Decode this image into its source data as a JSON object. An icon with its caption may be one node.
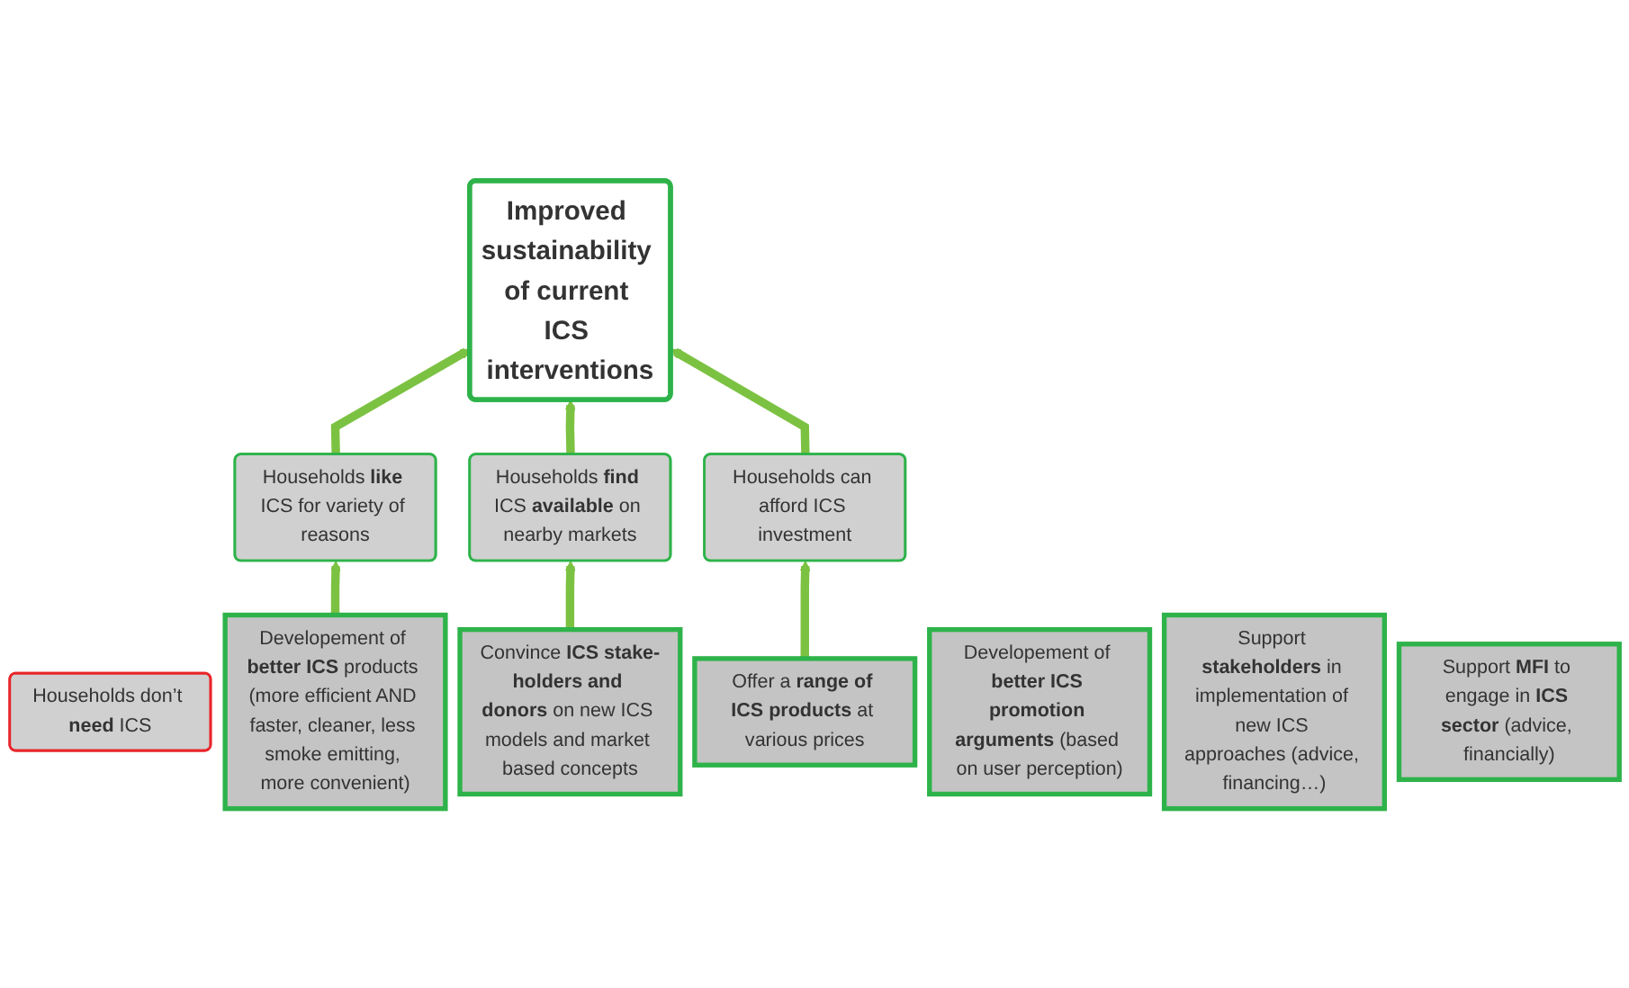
{
  "diagram": {
    "nodes": [
      {
        "text": [
          "Improved sustainability of current ICS interventions"
        ]
      },
      {
        "text": [
          "Households don’t **need** ICS"
        ]
      },
      {
        "text": [
          "Households **like** ICS for variety of reasons"
        ]
      },
      {
        "text": [
          "Households **find** ICS **available** on nearby markets"
        ]
      },
      {
        "text": [
          "Households can afford ICS investment"
        ]
      },
      {
        "text": [
          "Developement of **better ICS** products (more efficient AND faster, cleaner, less smoke emitting, more convenient)"
        ]
      },
      {
        "text": [
          "Convince **ICS stake-holders and donors** on new ICS models and market based concepts"
        ]
      },
      {
        "text": [
          "Offer a **range of ICS products** at various prices"
        ]
      },
      {
        "text": [
          "Developement of **better ICS promotion arguments** (based on user perception)"
        ]
      },
      {
        "text": [
          "Support **stakeholders** in implementation of new ICS approaches (advice, financing…)"
        ]
      },
      {
        "text": [
          "Support **MFI** to engage in **ICS sector** (advice, financially)"
        ]
      }
    ],
    "edges": [
      {
        "from": 2,
        "to": 0,
        "arrow": "to"
      },
      {
        "from": 3,
        "to": 0,
        "arrow": "to"
      },
      {
        "from": 4,
        "to": 0,
        "arrow": "to"
      },
      {
        "from": 5,
        "to": 2,
        "arrow": "to"
      },
      {
        "from": 6,
        "to": 3,
        "arrow": "to"
      },
      {
        "from": 7,
        "to": 4,
        "arrow": "to"
      }
    ]
  }
}
